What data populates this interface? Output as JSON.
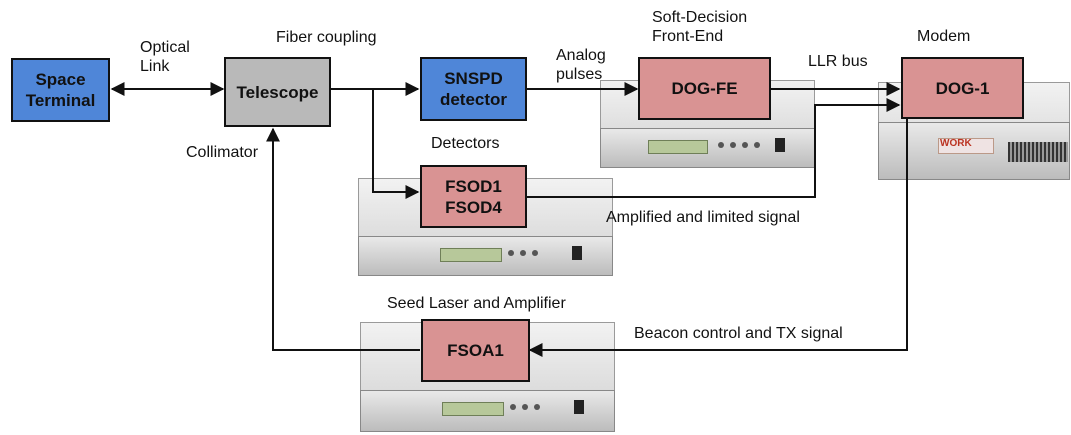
{
  "blocks": {
    "space_terminal": "Space\nTerminal",
    "telescope": "Telescope",
    "snspd": "SNSPD\ndetector",
    "dog_fe": "DOG-FE",
    "dog1": "DOG-1",
    "fsod": "FSOD1\nFSOD4",
    "fsoa1": "FSOA1"
  },
  "labels": {
    "optical_link": "Optical\nLink",
    "fiber_coupling": "Fiber coupling",
    "analog_pulses": "Analog\npulses",
    "soft_decision": "Soft-Decision\nFront-End",
    "modem": "Modem",
    "llr_bus": "LLR bus",
    "collimator": "Collimator",
    "detectors": "Detectors",
    "amplified": "Amplified and limited signal",
    "seed_laser": "Seed Laser and Amplifier",
    "beacon": "Beacon control and TX signal"
  },
  "colors": {
    "blue_block": "#4f86d8",
    "gray_block": "#b9b9b9",
    "red_block": "#d99393",
    "line": "#111111"
  },
  "rack_brand": "WORK"
}
